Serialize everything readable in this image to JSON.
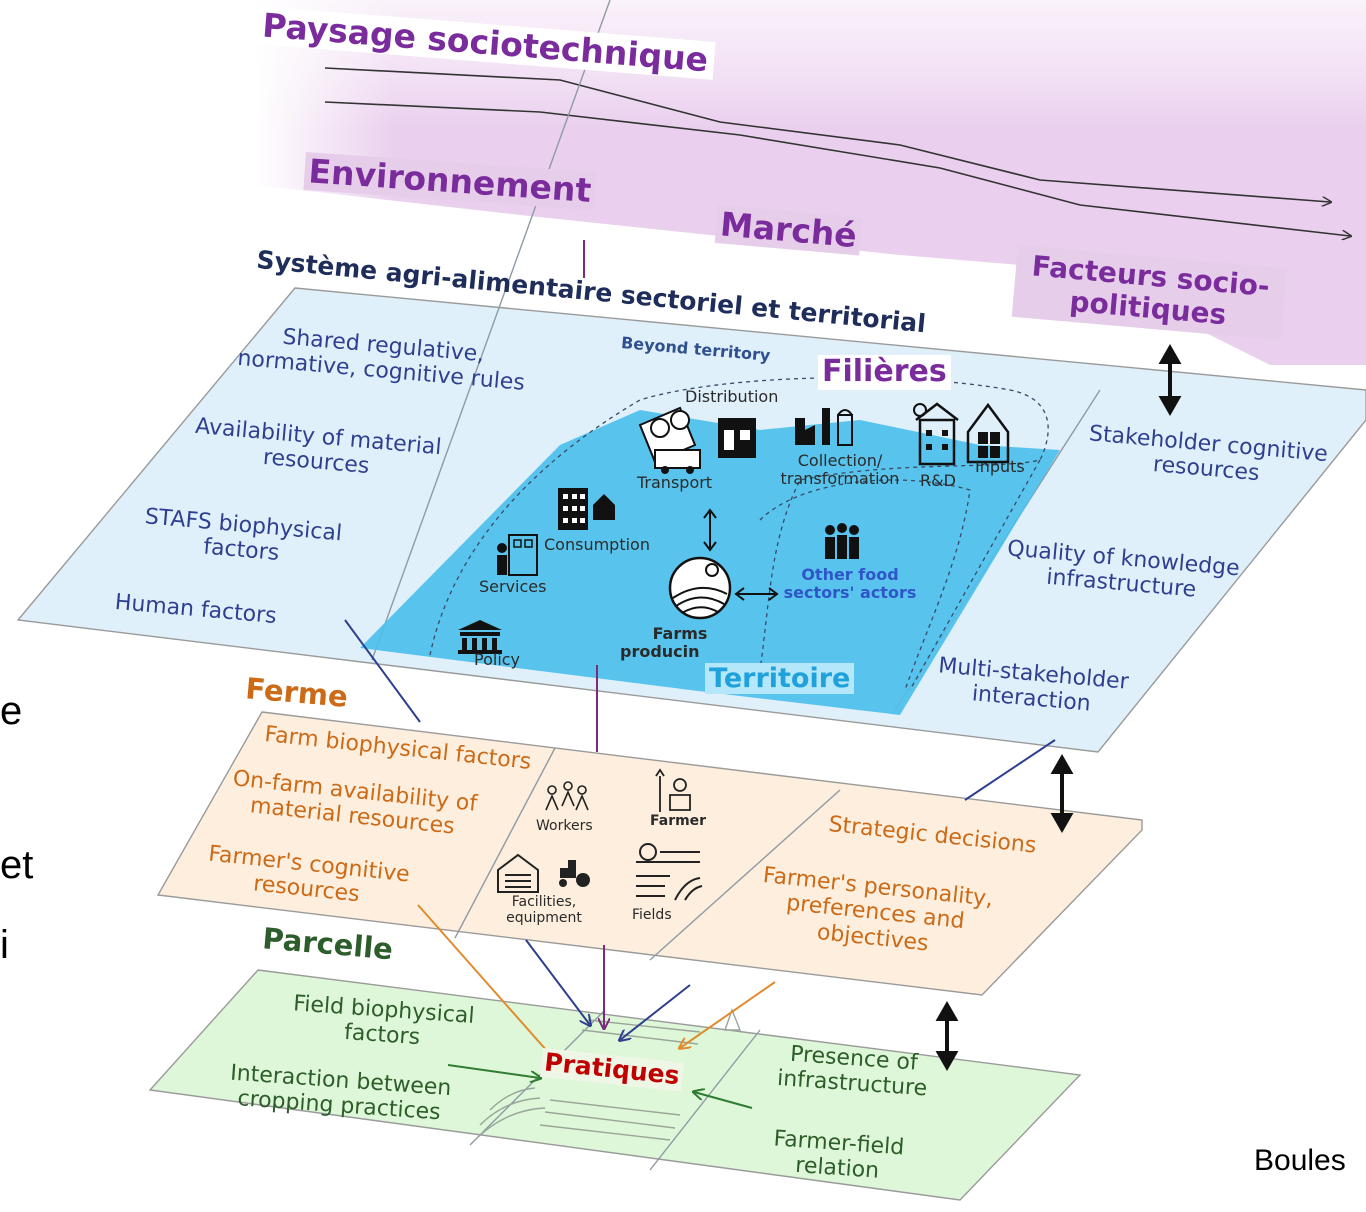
{
  "landscape": {
    "title": "Paysage sociotechnique",
    "environment": "Environnement",
    "market": "Marché",
    "sociopolitical_line1": "Facteurs socio-",
    "sociopolitical_line2": "politiques"
  },
  "territory_level": {
    "title": "Système agri-alimentaire sectoriel et territorial",
    "beyond_territory": "Beyond territory",
    "filieres": "Filières",
    "territoire": "Territoire",
    "left_factors": [
      [
        "Shared regulative,",
        "normative, cognitive rules"
      ],
      [
        "Availability of material",
        "resources"
      ],
      [
        "STAFS biophysical",
        "factors"
      ],
      [
        "Human factors"
      ]
    ],
    "right_factors": [
      [
        "Stakeholder cognitive",
        "resources"
      ],
      [
        "Quality of knowledge",
        "infrastructure"
      ],
      [
        "Multi-stakeholder",
        "interaction"
      ]
    ],
    "icons": {
      "distribution": "Distribution",
      "transport": "Transport",
      "collection_line1": "Collection/",
      "collection_line2": "transformation",
      "rd": "R&D",
      "inputs": "Inputs",
      "consumption": "Consumption",
      "services": "Services",
      "policy": "Policy",
      "farms_line1": "Farms",
      "farms_line2": "producin",
      "other_line1": "Other food",
      "other_line2": "sectors' actors"
    }
  },
  "farm_level": {
    "title": "Ferme",
    "left_factors": [
      [
        "Farm biophysical factors"
      ],
      [
        "On-farm availability of",
        "material resources"
      ],
      [
        "Farmer's cognitive",
        "resources"
      ]
    ],
    "right_factors": [
      [
        "Strategic decisions"
      ],
      [
        "Farmer's personality,",
        "preferences and",
        "objectives"
      ]
    ],
    "icons": {
      "workers": "Workers",
      "farmer": "Farmer",
      "facilities_line1": "Facilities,",
      "facilities_line2": "equipment",
      "fields": "Fields"
    }
  },
  "field_level": {
    "title": "Parcelle",
    "practices": "Pratiques",
    "left_factors": [
      [
        "Field biophysical",
        "factors"
      ],
      [
        "Interaction between",
        "cropping practices"
      ]
    ],
    "right_factors": [
      [
        "Presence of",
        "infrastructure"
      ],
      [
        "Farmer-field",
        "relation"
      ]
    ]
  },
  "margin_fragments": [
    "e",
    "et",
    "i"
  ],
  "citation_fragment": "Boules",
  "colors": {
    "landscape_band": "#ecd3ee",
    "territory_plane": "#dff0fb",
    "territory_water": "#4cc0ec",
    "farm_plane": "#fdeedd",
    "field_plane": "#def7d8",
    "title_purple": "#7a2b9c",
    "blue_text": "#2f3f8f",
    "orange_text": "#cc6a16",
    "green_text": "#2d5d2a",
    "territoire_text": "#1fa2dc",
    "practices_text": "#c00000"
  }
}
